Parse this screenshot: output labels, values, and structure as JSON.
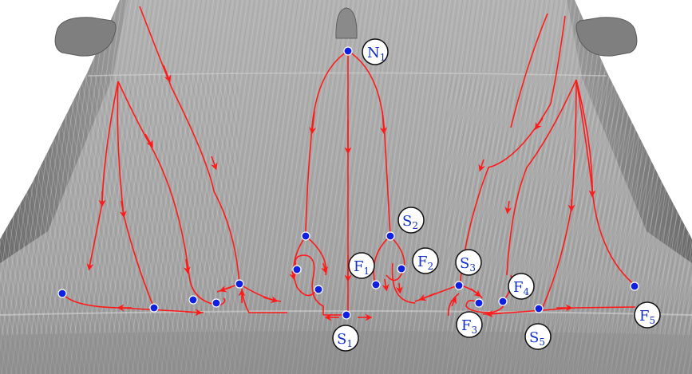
{
  "colors": {
    "surface": "#a7a7a7",
    "surface_dark": "#6f6f6f",
    "streamline": "#ff1a1a",
    "critical_point": "#1020e0",
    "label_fill": "#ffffff",
    "label_text": "#1230c8"
  },
  "labels": [
    {
      "id": "N1",
      "base": "N",
      "sub": "1"
    },
    {
      "id": "S1",
      "base": "S",
      "sub": "1"
    },
    {
      "id": "S2",
      "base": "S",
      "sub": "2"
    },
    {
      "id": "S3",
      "base": "S",
      "sub": "3"
    },
    {
      "id": "S5",
      "base": "S",
      "sub": "5"
    },
    {
      "id": "F1",
      "base": "F",
      "sub": "1"
    },
    {
      "id": "F2",
      "base": "F",
      "sub": "2"
    },
    {
      "id": "F3",
      "base": "F",
      "sub": "3"
    },
    {
      "id": "F4",
      "base": "F",
      "sub": "4"
    },
    {
      "id": "F5",
      "base": "F",
      "sub": "5"
    }
  ]
}
